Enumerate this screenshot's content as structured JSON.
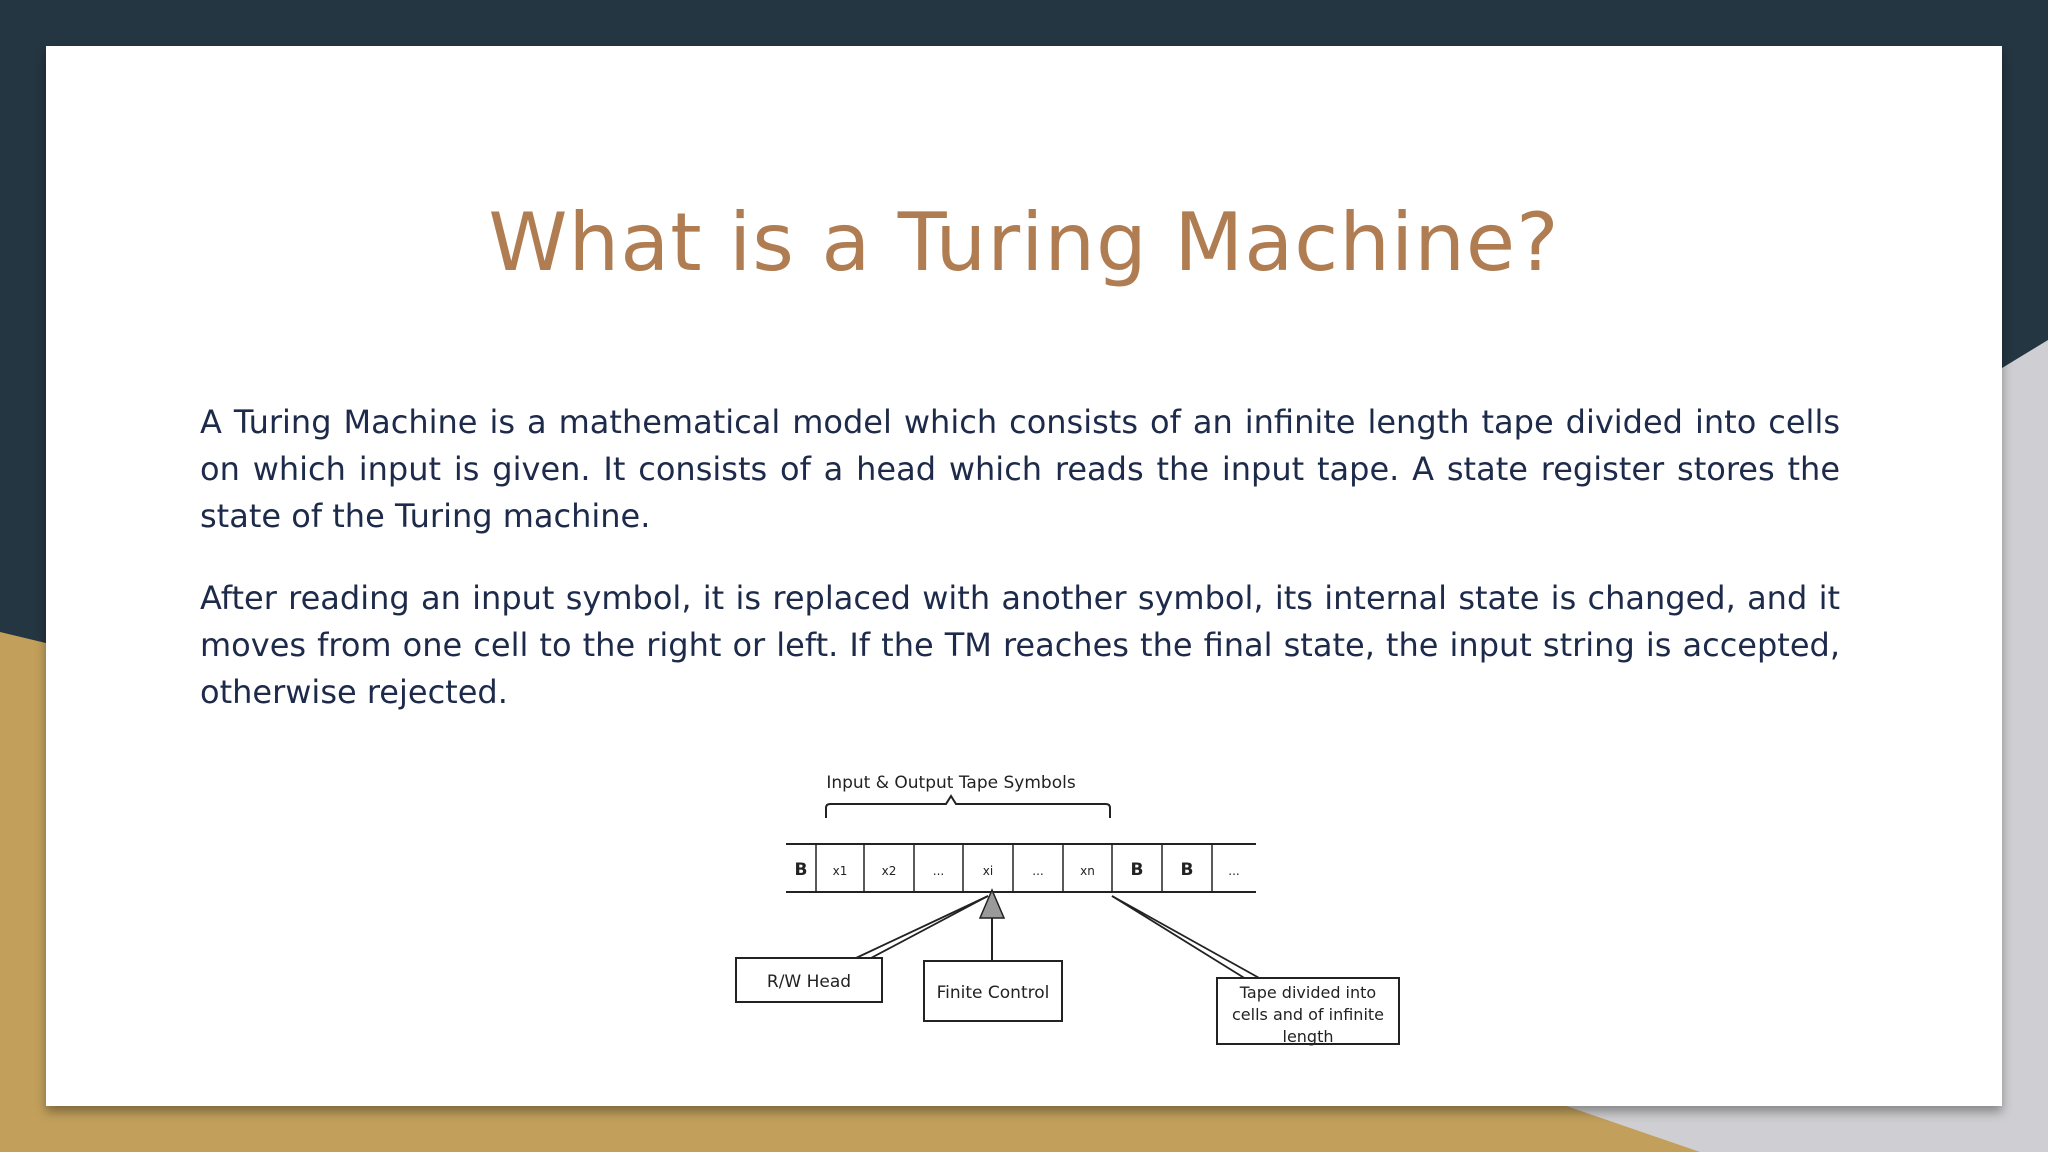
{
  "slide": {
    "title": "What is a Turing Machine?",
    "paragraphs": [
      "A Turing Machine is a mathematical model which consists of an infinite length tape divided into cells on which input is given. It consists of a head which reads the input tape. A state register stores the state of the Turing machine.",
      "After reading an input symbol, it is replaced with another symbol, its internal state is changed, and it moves from one cell to the right or left. If the TM reaches the final state, the input string is accepted, otherwise rejected."
    ]
  },
  "diagram": {
    "brace_label": "Input & Output Tape Symbols",
    "tape_cells": [
      "B",
      "x1",
      "x2",
      "...",
      "xi",
      "...",
      "xn",
      "B",
      "B",
      "..."
    ],
    "rw_head_label": "R/W Head",
    "finite_control_label": "Finite Control",
    "tape_note_lines": [
      "Tape divided into",
      "cells and of infinite",
      "length"
    ]
  },
  "colors": {
    "background_dark": "#243642",
    "accent_gold": "#c2a05c",
    "title_color": "#b07d52",
    "body_text": "#1d2a4a"
  }
}
